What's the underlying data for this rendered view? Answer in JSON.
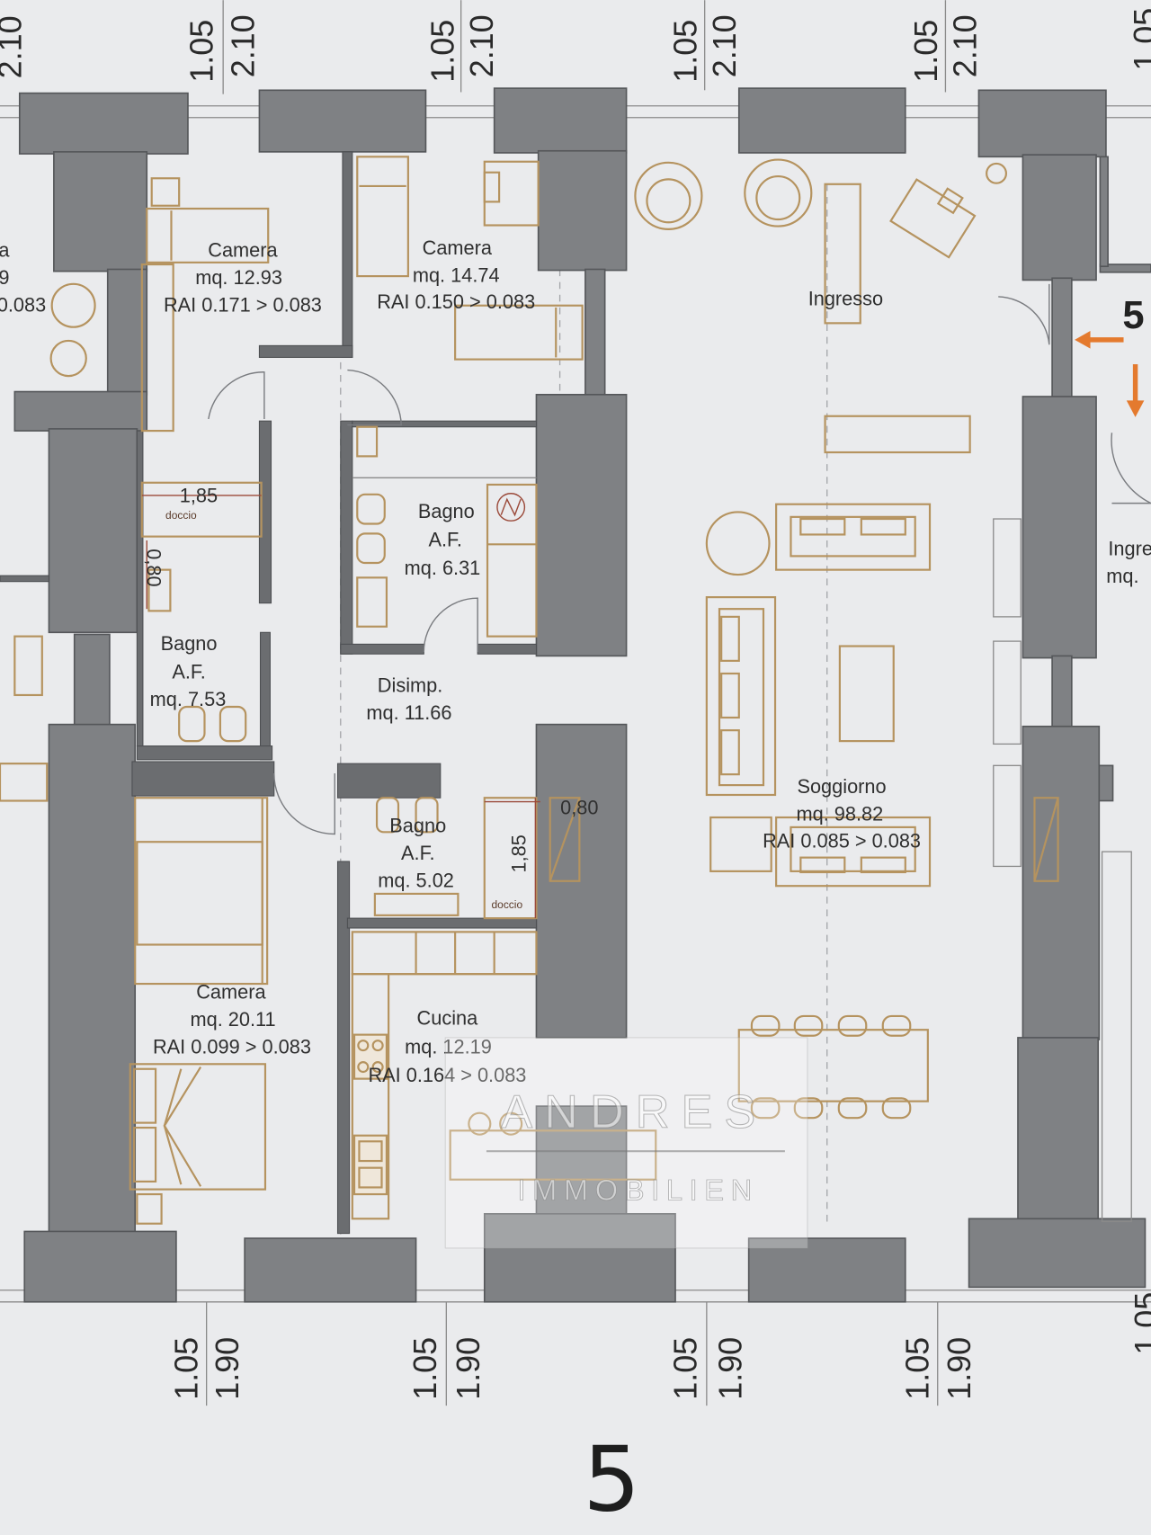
{
  "floor_plan": {
    "dimensions": {
      "top": [
        "2.10",
        "1.05",
        "2.10",
        "1.05",
        "2.10",
        "1.05",
        "2.10",
        "1.05",
        "2.10",
        "1.05"
      ],
      "bottom": [
        "1.05",
        "1.90",
        "1.05",
        "1.90",
        "1.05",
        "1.90",
        "1.05",
        "1.90",
        "1.05"
      ]
    },
    "rooms": {
      "left_partial": {
        "line1": "a",
        "line2": "9",
        "line3": "0.083"
      },
      "camera_a": {
        "name": "Camera",
        "area": "mq. 12.93",
        "rai": "RAI 0.171 > 0.083"
      },
      "camera_b": {
        "name": "Camera",
        "area": "mq. 14.74",
        "rai": "RAI 0.150 > 0.083"
      },
      "ingresso": {
        "name": "Ingresso"
      },
      "bagno_a": {
        "name": "Bagno",
        "type": "A.F.",
        "area": "mq. 6.31"
      },
      "bagno_b": {
        "name": "Bagno",
        "type": "A.F.",
        "area": "mq. 7.53",
        "shower_width": "1,85",
        "shower_label": "doccio",
        "shower_depth": "0,80"
      },
      "disimpegno": {
        "name": "Disimp.",
        "area": "mq. 11.66"
      },
      "soggiorno": {
        "name": "Soggiorno",
        "area": "mq. 98.82",
        "rai": "RAI 0.085 > 0.083"
      },
      "bagno_c": {
        "name": "Bagno",
        "type": "A.F.",
        "area": "mq. 5.02",
        "shower_width": "0,80",
        "shower_depth": "1,85",
        "shower_label": "doccio"
      },
      "camera_c": {
        "name": "Camera",
        "area": "mq. 20.11",
        "rai": "RAI 0.099 > 0.083"
      },
      "cucina": {
        "name": "Cucina",
        "area": "mq. 12.19",
        "rai": "RAI 0.164 > 0.083"
      },
      "ingresso_right_partial": {
        "name": "Ingre",
        "area": "mq."
      }
    },
    "stair_marker": {
      "number": "5",
      "icons": [
        "arrow-left-icon",
        "arrow-down-icon"
      ]
    },
    "watermark": {
      "line1": "ANDRES",
      "line2": "IMMOBILIEN"
    },
    "floor_number": "5",
    "colors": {
      "background": "#eaebed",
      "wall": "#7f8184",
      "furniture": "#b5935f",
      "text": "#2f2f2f",
      "arrow": "#e47a2e"
    }
  }
}
